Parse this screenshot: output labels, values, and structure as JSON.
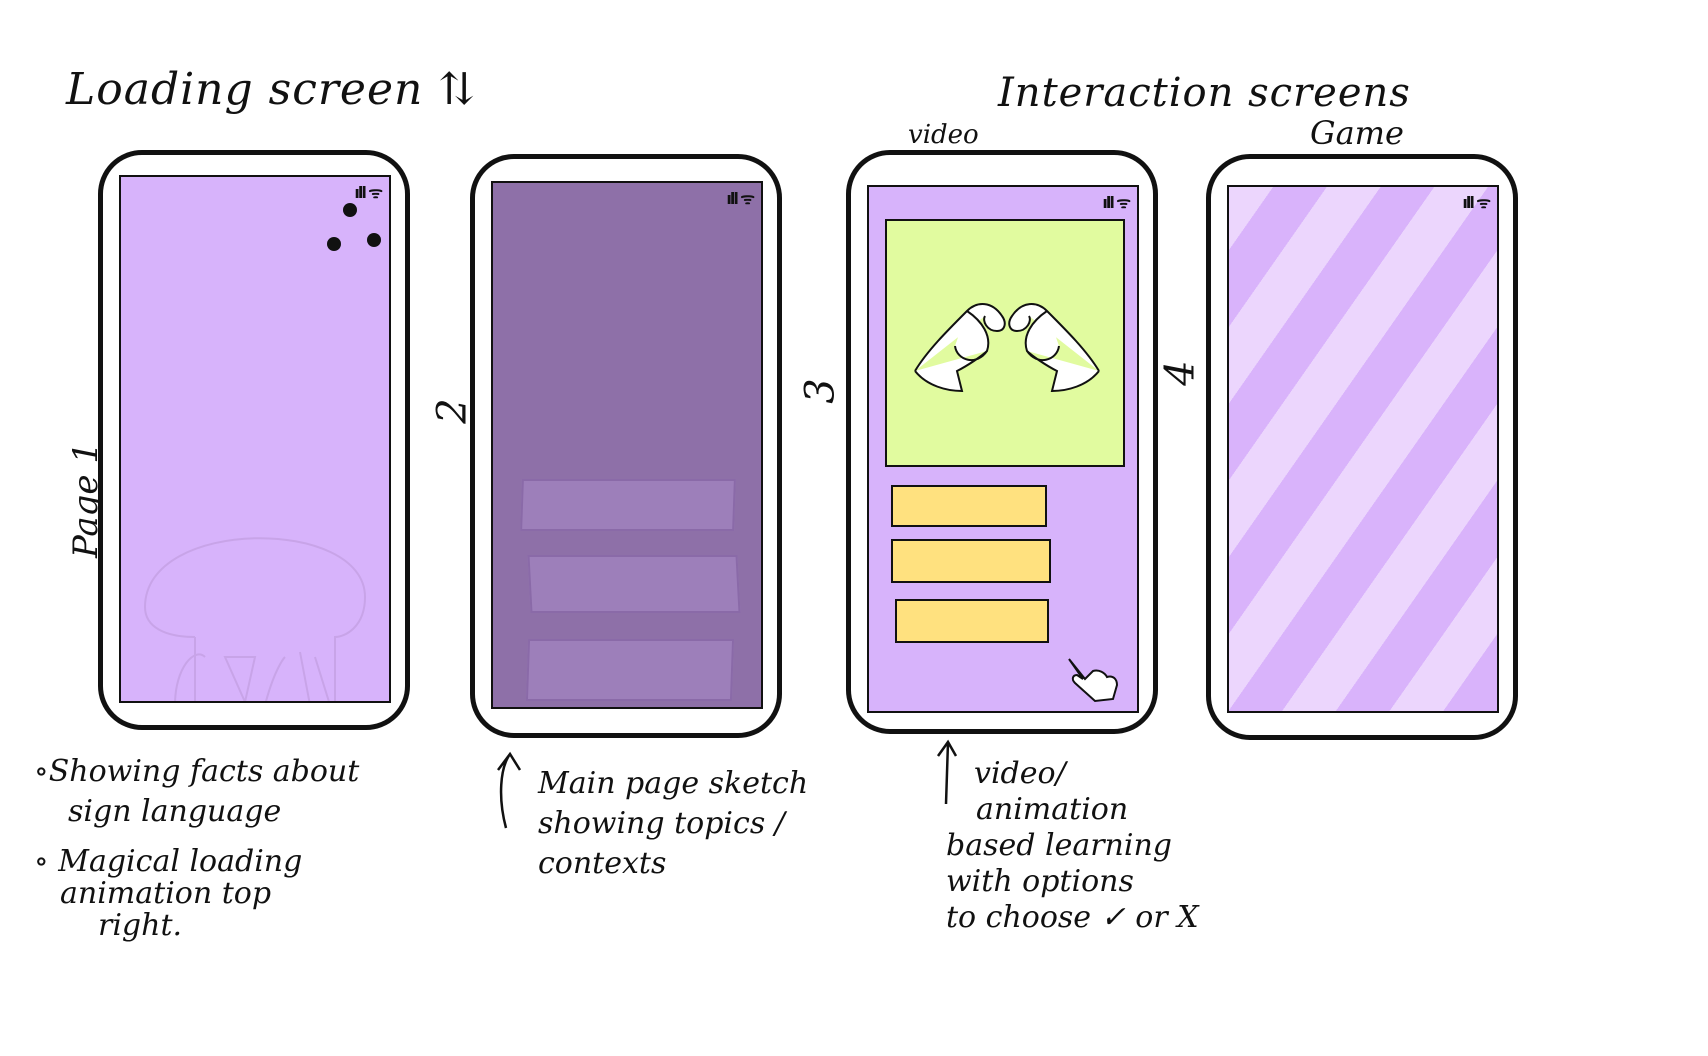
{
  "headings": {
    "loading": "Loading screen",
    "interaction": "Interaction screens",
    "video": "video",
    "game": "Game",
    "page1": "Page 1",
    "n2": "2",
    "n3": "3",
    "n4": "4"
  },
  "notes": {
    "loading_lines": [
      "∘Showing facts about",
      "sign language",
      "∘ Magical loading",
      "animation top",
      "right."
    ],
    "main_lines": [
      "Main page sketch",
      "showing topics /",
      "contexts"
    ],
    "video_lines": [
      "video/",
      "animation",
      "based learning",
      "with options",
      "to choose ✓ or X"
    ]
  },
  "status": {
    "glyph": "ıll ᯤ"
  },
  "colors": {
    "screen1": "#d7b3fb",
    "screen2": "#8e70a8",
    "screen3": "#d7b3fb",
    "video_panel": "#e1fb9f",
    "option": "#ffe17f",
    "game_stripe_a": "#d9b3fb",
    "game_stripe_b": "#ecd6fd"
  },
  "icons": [
    "arrow-down-up-icon",
    "signal-icon",
    "wifi-icon",
    "hand-sign-icon",
    "pointing-hand-icon",
    "arrow-up-icon"
  ]
}
